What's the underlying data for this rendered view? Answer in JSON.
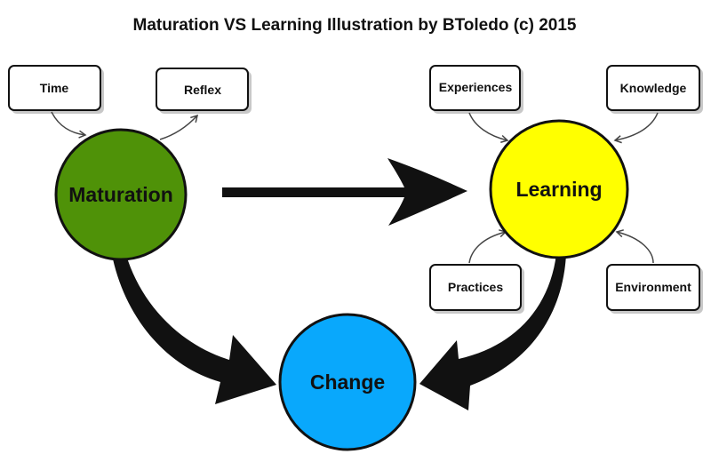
{
  "title": "Maturation VS Learning Illustration by BToledo (c) 2015",
  "colors": {
    "maturation": "#4f9208",
    "learning": "#ffff00",
    "change": "#09a8fc",
    "arrow": "#111111",
    "outline": "#111111"
  },
  "nodes": {
    "maturation": "Maturation",
    "learning": "Learning",
    "change": "Change"
  },
  "factors": {
    "time": "Time",
    "reflex": "Reflex",
    "experiences": "Experiences",
    "knowledge": "Knowledge",
    "practices": "Practices",
    "environment": "Environment"
  },
  "edges": [
    {
      "from": "Time",
      "to": "Maturation"
    },
    {
      "from": "Maturation",
      "to": "Reflex"
    },
    {
      "from": "Experiences",
      "to": "Learning"
    },
    {
      "from": "Knowledge",
      "to": "Learning"
    },
    {
      "from": "Practices",
      "to": "Learning"
    },
    {
      "from": "Environment",
      "to": "Learning"
    },
    {
      "from": "Maturation",
      "to": "Learning"
    },
    {
      "from": "Maturation",
      "to": "Change"
    },
    {
      "from": "Learning",
      "to": "Change"
    }
  ]
}
